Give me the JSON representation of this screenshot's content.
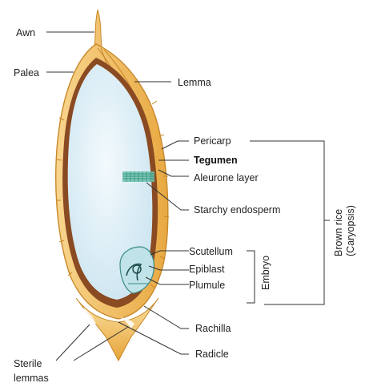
{
  "labels": {
    "awn": "Awn",
    "palea": "Palea",
    "lemma": "Lemma",
    "pericarp": "Pericarp",
    "tegumen": "Tegumen",
    "aleurone_layer": "Aleurone layer",
    "starchy_endosperm": "Starchy endosperm",
    "scutellum": "Scutellum",
    "epiblast": "Epiblast",
    "plumule": "Plumule",
    "rachilla": "Rachilla",
    "radicle": "Radicle",
    "sterile_lemmas_line1": "Sterile",
    "sterile_lemmas_line2": "lemmas"
  },
  "groups": {
    "embryo": "Embryo",
    "brown_rice_line1": "Brown rice",
    "brown_rice_line2": "(Caryopsis)"
  },
  "colors": {
    "husk": "#F4C36B",
    "husk_dark": "#D89A2E",
    "seed_coat": "#8A4A22",
    "endosperm": "#DCEEF6",
    "endosperm_light": "#F3FAFD",
    "aleurone": "#4FAE9A",
    "embryo": "#BFE3E8"
  }
}
